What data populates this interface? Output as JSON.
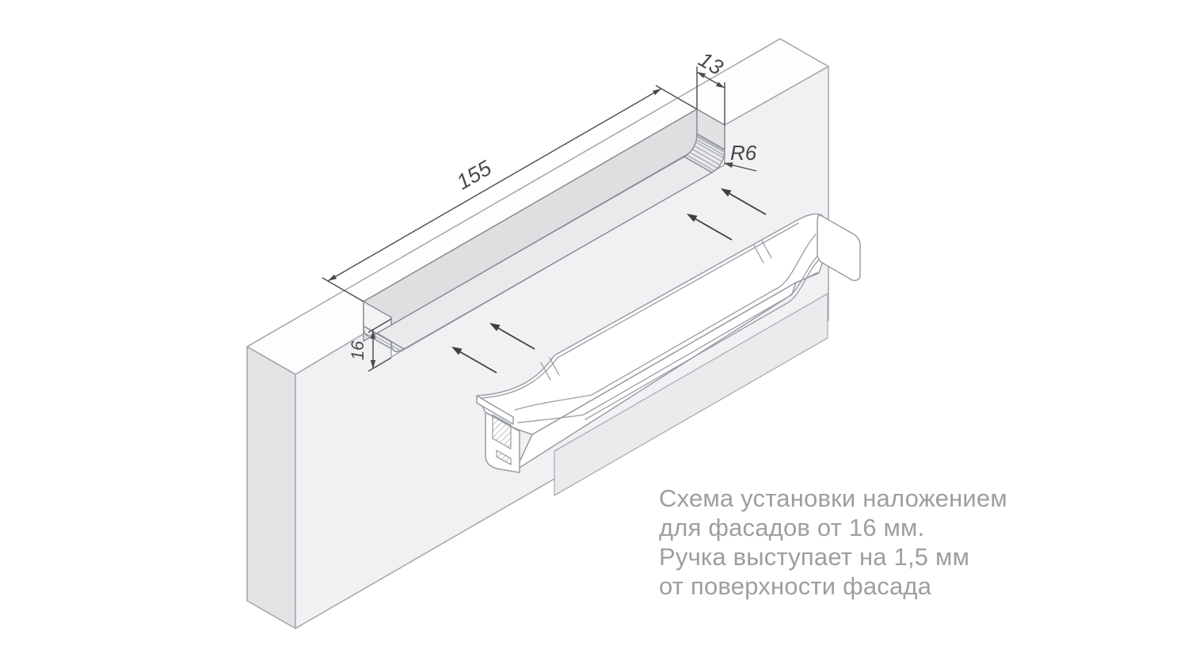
{
  "diagram": {
    "type": "isometric installation drawing",
    "subject": "recessed furniture handle overlay mounting into facade panel groove",
    "dimensions": {
      "groove_length": "155",
      "groove_width": "13",
      "fillet_radius": "R6",
      "groove_depth": "16"
    },
    "caption": {
      "lines": [
        "Схема установки наложением",
        "для фасадов от 16 мм.",
        "Ручка выступает на 1,5 мм",
        "от поверхности фасада"
      ]
    },
    "colors": {
      "background": "#ffffff",
      "dimension_lines": "#4a4a4a",
      "model_edges": "#a2a7ad",
      "handle_edges": "#979da3",
      "caption_text": "#9e9e9e",
      "panel_top": "#fdfdfe",
      "panel_front": "#f1f1f3",
      "panel_side": "#e4e4e7",
      "groove_back_wall": "#dfdfe2",
      "groove_right_wall": "#e2e2e5",
      "groove_floor": "#eaeaed",
      "handle_back_plate": "#ebebee"
    }
  }
}
